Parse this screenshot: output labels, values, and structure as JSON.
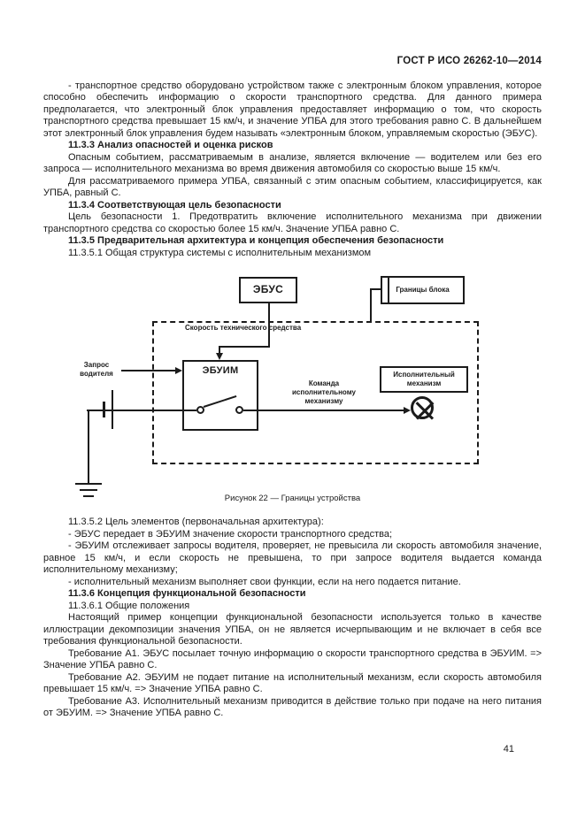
{
  "page": {
    "header": "ГОСТ Р ИСО 26262-10—2014",
    "page_number": "41"
  },
  "colors": {
    "ink": "#1b1b1b",
    "paper": "#ffffff"
  },
  "body": {
    "p_intro": "- транспортное средство оборудовано устройством также с электронным блоком управления, которое способно обеспечить информацию о скорости транспортного средства. Для данного примера предполагается, что электронный блок управления предоставляет информацию о том, что скорость транспортного средства превышает 15 км/ч, и значение УПБА для этого требования равно С. В дальнейшем этот электронный блок управления будем называть «электронным блоком, управляемым скоростью (ЭБУС).",
    "h_11_3_3": "11.3.3 Анализ опасностей и оценка рисков",
    "p_hazard_1": "Опасным событием, рассматриваемым в анализе, является включение — водителем или без его запроса — исполнительного механизма во время движения автомобиля со скоростью выше 15 км/ч.",
    "p_hazard_2": "Для рассматриваемого примера УПБА, связанный с этим опасным событием, классифицируется, как УПБА, равный С.",
    "h_11_3_4": "11.3.4 Соответствующая цель безопасности",
    "p_goal": "Цель безопасности 1. Предотвратить включение исполнительного механизма при движении транспортного средства со скоростью более 15 км/ч. Значение УПБА равно С.",
    "h_11_3_5": "11.3.5 Предварительная архитектура и концепция обеспечения безопасности",
    "p_11_3_5_1": "11.3.5.1 Общая структура системы с исполнительным механизмом",
    "p_11_3_5_2": "11.3.5.2 Цель элементов (первоначальная архитектура):",
    "li_ebus": "- ЭБУС передает в ЭБУИМ значение скорости транспортного средства;",
    "li_ebuim": "- ЭБУИМ отслеживает запросы водителя, проверяет, не превысила ли скорость автомобиля значение, равное 15 км/ч, и если скорость не превышена, то при запросе водителя выдается команда исполнительному механизму;",
    "li_actuator": "- исполнительный механизм выполняет свои функции, если на него подается питание.",
    "h_11_3_6": "11.3.6 Концепция функциональной безопасности",
    "p_11_3_6_1": "11.3.6.1 Общие положения",
    "p_concept": "Настоящий пример концепции функциональной безопасности используется только в качестве иллюстрации декомпозиции значения УПБА, он не является исчерпывающим и не включает в себя все требования функциональной безопасности.",
    "req_a1": "Требование А1. ЭБУС посылает точную информацию о скорости транспортного средства в ЭБУИМ. => Значение УПБА равно С.",
    "req_a2": "Требование А2. ЭБУИМ не подает питание на исполнительный механизм, если скорость автомобиля превышает 15 км/ч. => Значение УПБА равно С.",
    "req_a3": "Требование А3. Исполнительный механизм приводится в действие только при подаче на него питания от ЭБУИМ. => Значение УПБА равно С."
  },
  "figure": {
    "ebus_label": "ЭБУС",
    "boundary_label": "Границы блока",
    "speed_label": "Скорость технического средства",
    "driver_request_label": "Запрос водителя",
    "ebuim_label": "ЭБУИМ",
    "command_label": "Команда исполнительному механизму",
    "actuator_label": "Исполнительный механизм",
    "caption": "Рисунок 22 — Границы устройства"
  }
}
